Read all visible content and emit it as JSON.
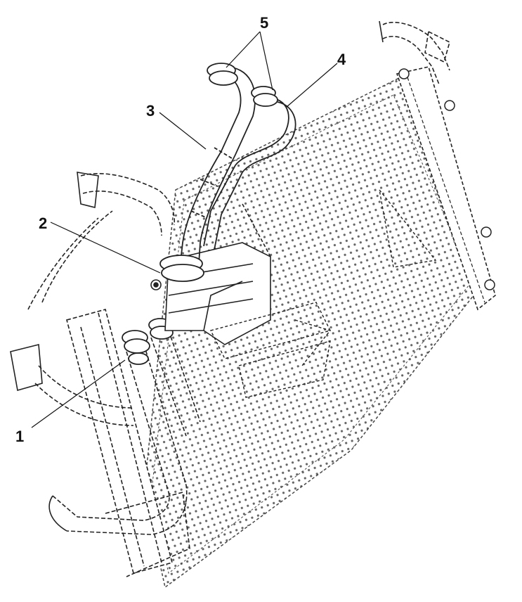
{
  "diagram": {
    "callouts": [
      {
        "id": "1",
        "label": "1"
      },
      {
        "id": "2",
        "label": "2"
      },
      {
        "id": "3",
        "label": "3"
      },
      {
        "id": "4",
        "label": "4"
      },
      {
        "id": "5",
        "label": "5"
      }
    ]
  },
  "colors": {
    "line": "#222222",
    "mesh": "#555555",
    "background": "#ffffff"
  }
}
